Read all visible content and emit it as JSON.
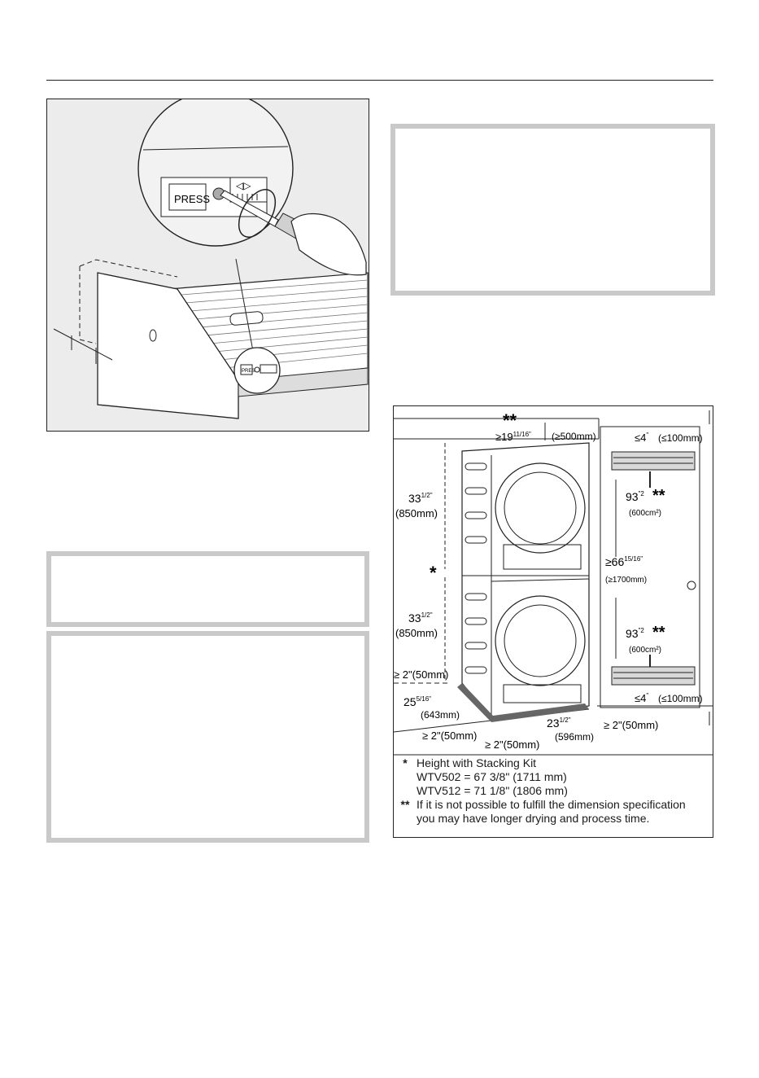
{
  "drawer_figure": {
    "label_press": "PRESS"
  },
  "install_figure": {
    "dims": {
      "top_clearance": "≥19",
      "top_clearance_frac": "11/16\"",
      "top_clearance_mm": "(≥500mm)",
      "vent_top_gap": "≤4",
      "vent_top_gap_sup": "\"",
      "vent_top_gap_mm": "(≤100mm)",
      "upper_height": "33",
      "upper_height_frac": "1/2\"",
      "upper_height_mm": "(850mm)",
      "lower_height": "33",
      "lower_height_frac": "1/2\"",
      "lower_height_mm": "(850mm)",
      "vent_area_top": "93",
      "vent_area_top_sup": "\"2",
      "vent_area_top_cm": "(600cm²)",
      "vent_area_bottom": "93",
      "vent_area_bottom_sup": "\"2",
      "vent_area_bottom_cm": "(600cm²)",
      "vent_spacing": "≥66",
      "vent_spacing_frac": "15/16\"",
      "vent_spacing_mm": "(≥1700mm)",
      "vent_bottom_gap": "≤4",
      "vent_bottom_gap_sup": "\"",
      "vent_bottom_gap_mm": "(≤100mm)",
      "side_gap_left": "≥ 2\"(50mm)",
      "depth": "25",
      "depth_frac": "5/16\"",
      "depth_mm": "(643mm)",
      "front_gap_left": "≥ 2\"(50mm)",
      "front_gap_center": "≥ 2\"(50mm)",
      "width": "23",
      "width_frac": "1/2\"",
      "width_mm": "(596mm)",
      "side_gap_right": "≥ 2\"(50mm)",
      "single_star": "*",
      "double_star": "**"
    },
    "legend": [
      {
        "mark": "*",
        "lines": [
          "Height with Stacking Kit",
          "WTV502 = 67 3/8\" (1711 mm)",
          "WTV512 = 71 1/8\" (1806 mm)"
        ]
      },
      {
        "mark": "**",
        "lines": [
          "If it is not possible to fulfill the dimension specification",
          "you may have longer drying and process time."
        ]
      }
    ]
  },
  "colors": {
    "box_border": "#c9c9c9",
    "figure_bg": "#ececec",
    "line": "#222222"
  }
}
